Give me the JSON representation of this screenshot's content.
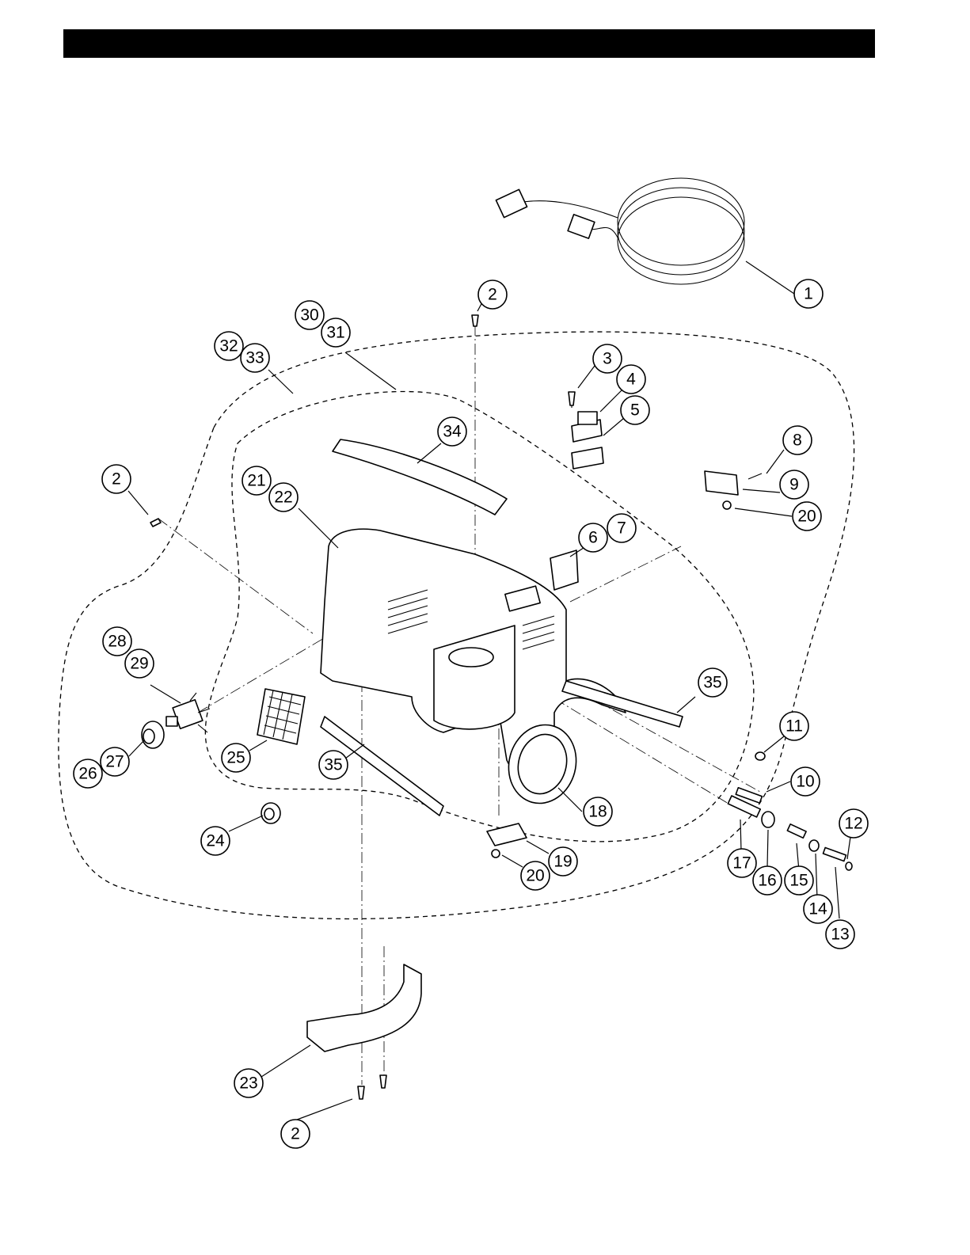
{
  "header": {
    "title": ""
  },
  "callouts": [
    {
      "id": "c1",
      "label": "1"
    },
    {
      "id": "c2a",
      "label": "2"
    },
    {
      "id": "c2b",
      "label": "2"
    },
    {
      "id": "c2c",
      "label": "2"
    },
    {
      "id": "c3",
      "label": "3"
    },
    {
      "id": "c4",
      "label": "4"
    },
    {
      "id": "c5",
      "label": "5"
    },
    {
      "id": "c6",
      "label": "6"
    },
    {
      "id": "c7",
      "label": "7"
    },
    {
      "id": "c8",
      "label": "8"
    },
    {
      "id": "c9",
      "label": "9"
    },
    {
      "id": "c10",
      "label": "10"
    },
    {
      "id": "c11",
      "label": "11"
    },
    {
      "id": "c12",
      "label": "12"
    },
    {
      "id": "c13",
      "label": "13"
    },
    {
      "id": "c14",
      "label": "14"
    },
    {
      "id": "c15",
      "label": "15"
    },
    {
      "id": "c16",
      "label": "16"
    },
    {
      "id": "c17",
      "label": "17"
    },
    {
      "id": "c18",
      "label": "18"
    },
    {
      "id": "c19",
      "label": "19"
    },
    {
      "id": "c20a",
      "label": "20"
    },
    {
      "id": "c20b",
      "label": "20"
    },
    {
      "id": "c21",
      "label": "21"
    },
    {
      "id": "c22",
      "label": "22"
    },
    {
      "id": "c23",
      "label": "23"
    },
    {
      "id": "c24",
      "label": "24"
    },
    {
      "id": "c25",
      "label": "25"
    },
    {
      "id": "c26",
      "label": "26"
    },
    {
      "id": "c27",
      "label": "27"
    },
    {
      "id": "c28",
      "label": "28"
    },
    {
      "id": "c29",
      "label": "29"
    },
    {
      "id": "c30",
      "label": "30"
    },
    {
      "id": "c31",
      "label": "31"
    },
    {
      "id": "c32",
      "label": "32"
    },
    {
      "id": "c33",
      "label": "33"
    },
    {
      "id": "c34",
      "label": "34"
    },
    {
      "id": "c35a",
      "label": "35"
    },
    {
      "id": "c35b",
      "label": "35"
    }
  ]
}
